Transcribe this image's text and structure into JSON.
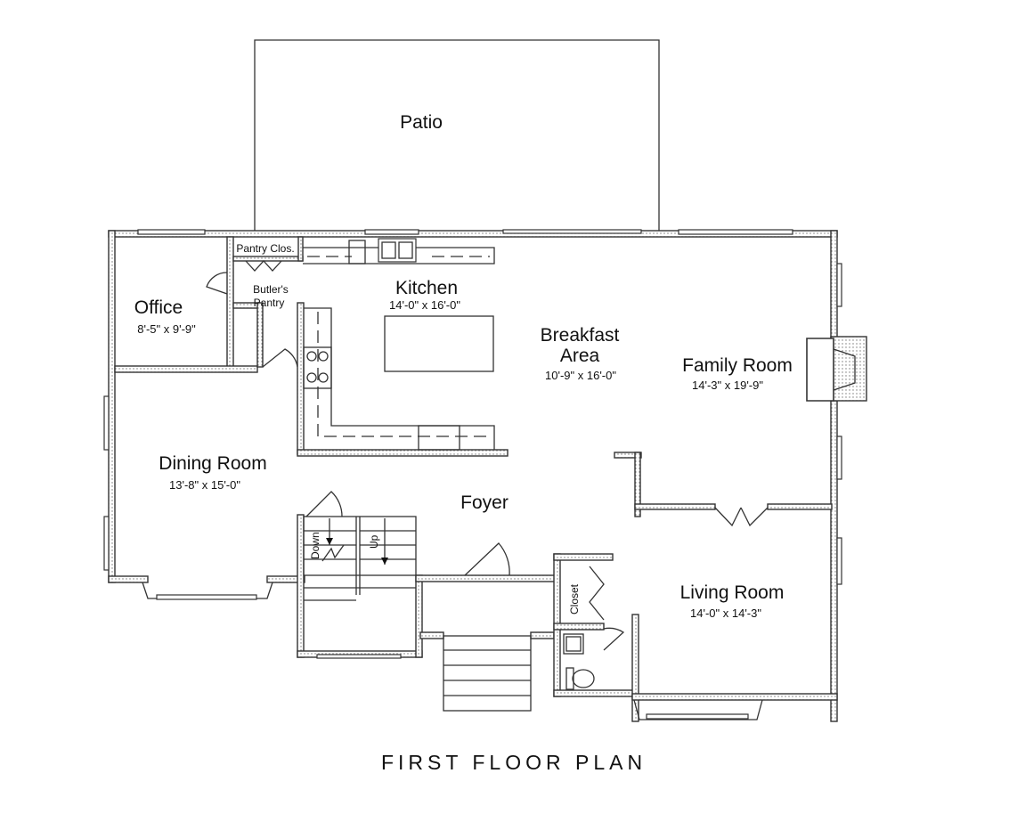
{
  "plan_title": "FIRST FLOOR PLAN",
  "rooms": {
    "patio": {
      "name": "Patio"
    },
    "kitchen": {
      "name": "Kitchen",
      "dims": "14'-0\" x 16'-0\""
    },
    "office": {
      "name": "Office",
      "dims": "8'-5\" x 9'-9\""
    },
    "pantry_closet": {
      "name": "Pantry Clos."
    },
    "butlers_pantry": {
      "name_line1": "Butler's",
      "name_line2": "Pantry"
    },
    "breakfast": {
      "name_line1": "Breakfast",
      "name_line2": "Area",
      "dims": "10'-9\" x 16'-0\""
    },
    "family_room": {
      "name": "Family Room",
      "dims": "14'-3\" x 19'-9\""
    },
    "dining_room": {
      "name": "Dining Room",
      "dims": "13'-8\" x 15'-0\""
    },
    "foyer": {
      "name": "Foyer"
    },
    "living_room": {
      "name": "Living Room",
      "dims": "14'-0\" x 14'-3\""
    },
    "closet": {
      "name": "Closet"
    }
  },
  "stairs": {
    "down_label": "Down",
    "up_label": "Up"
  },
  "colors": {
    "line": "#333333",
    "background": "#ffffff"
  }
}
